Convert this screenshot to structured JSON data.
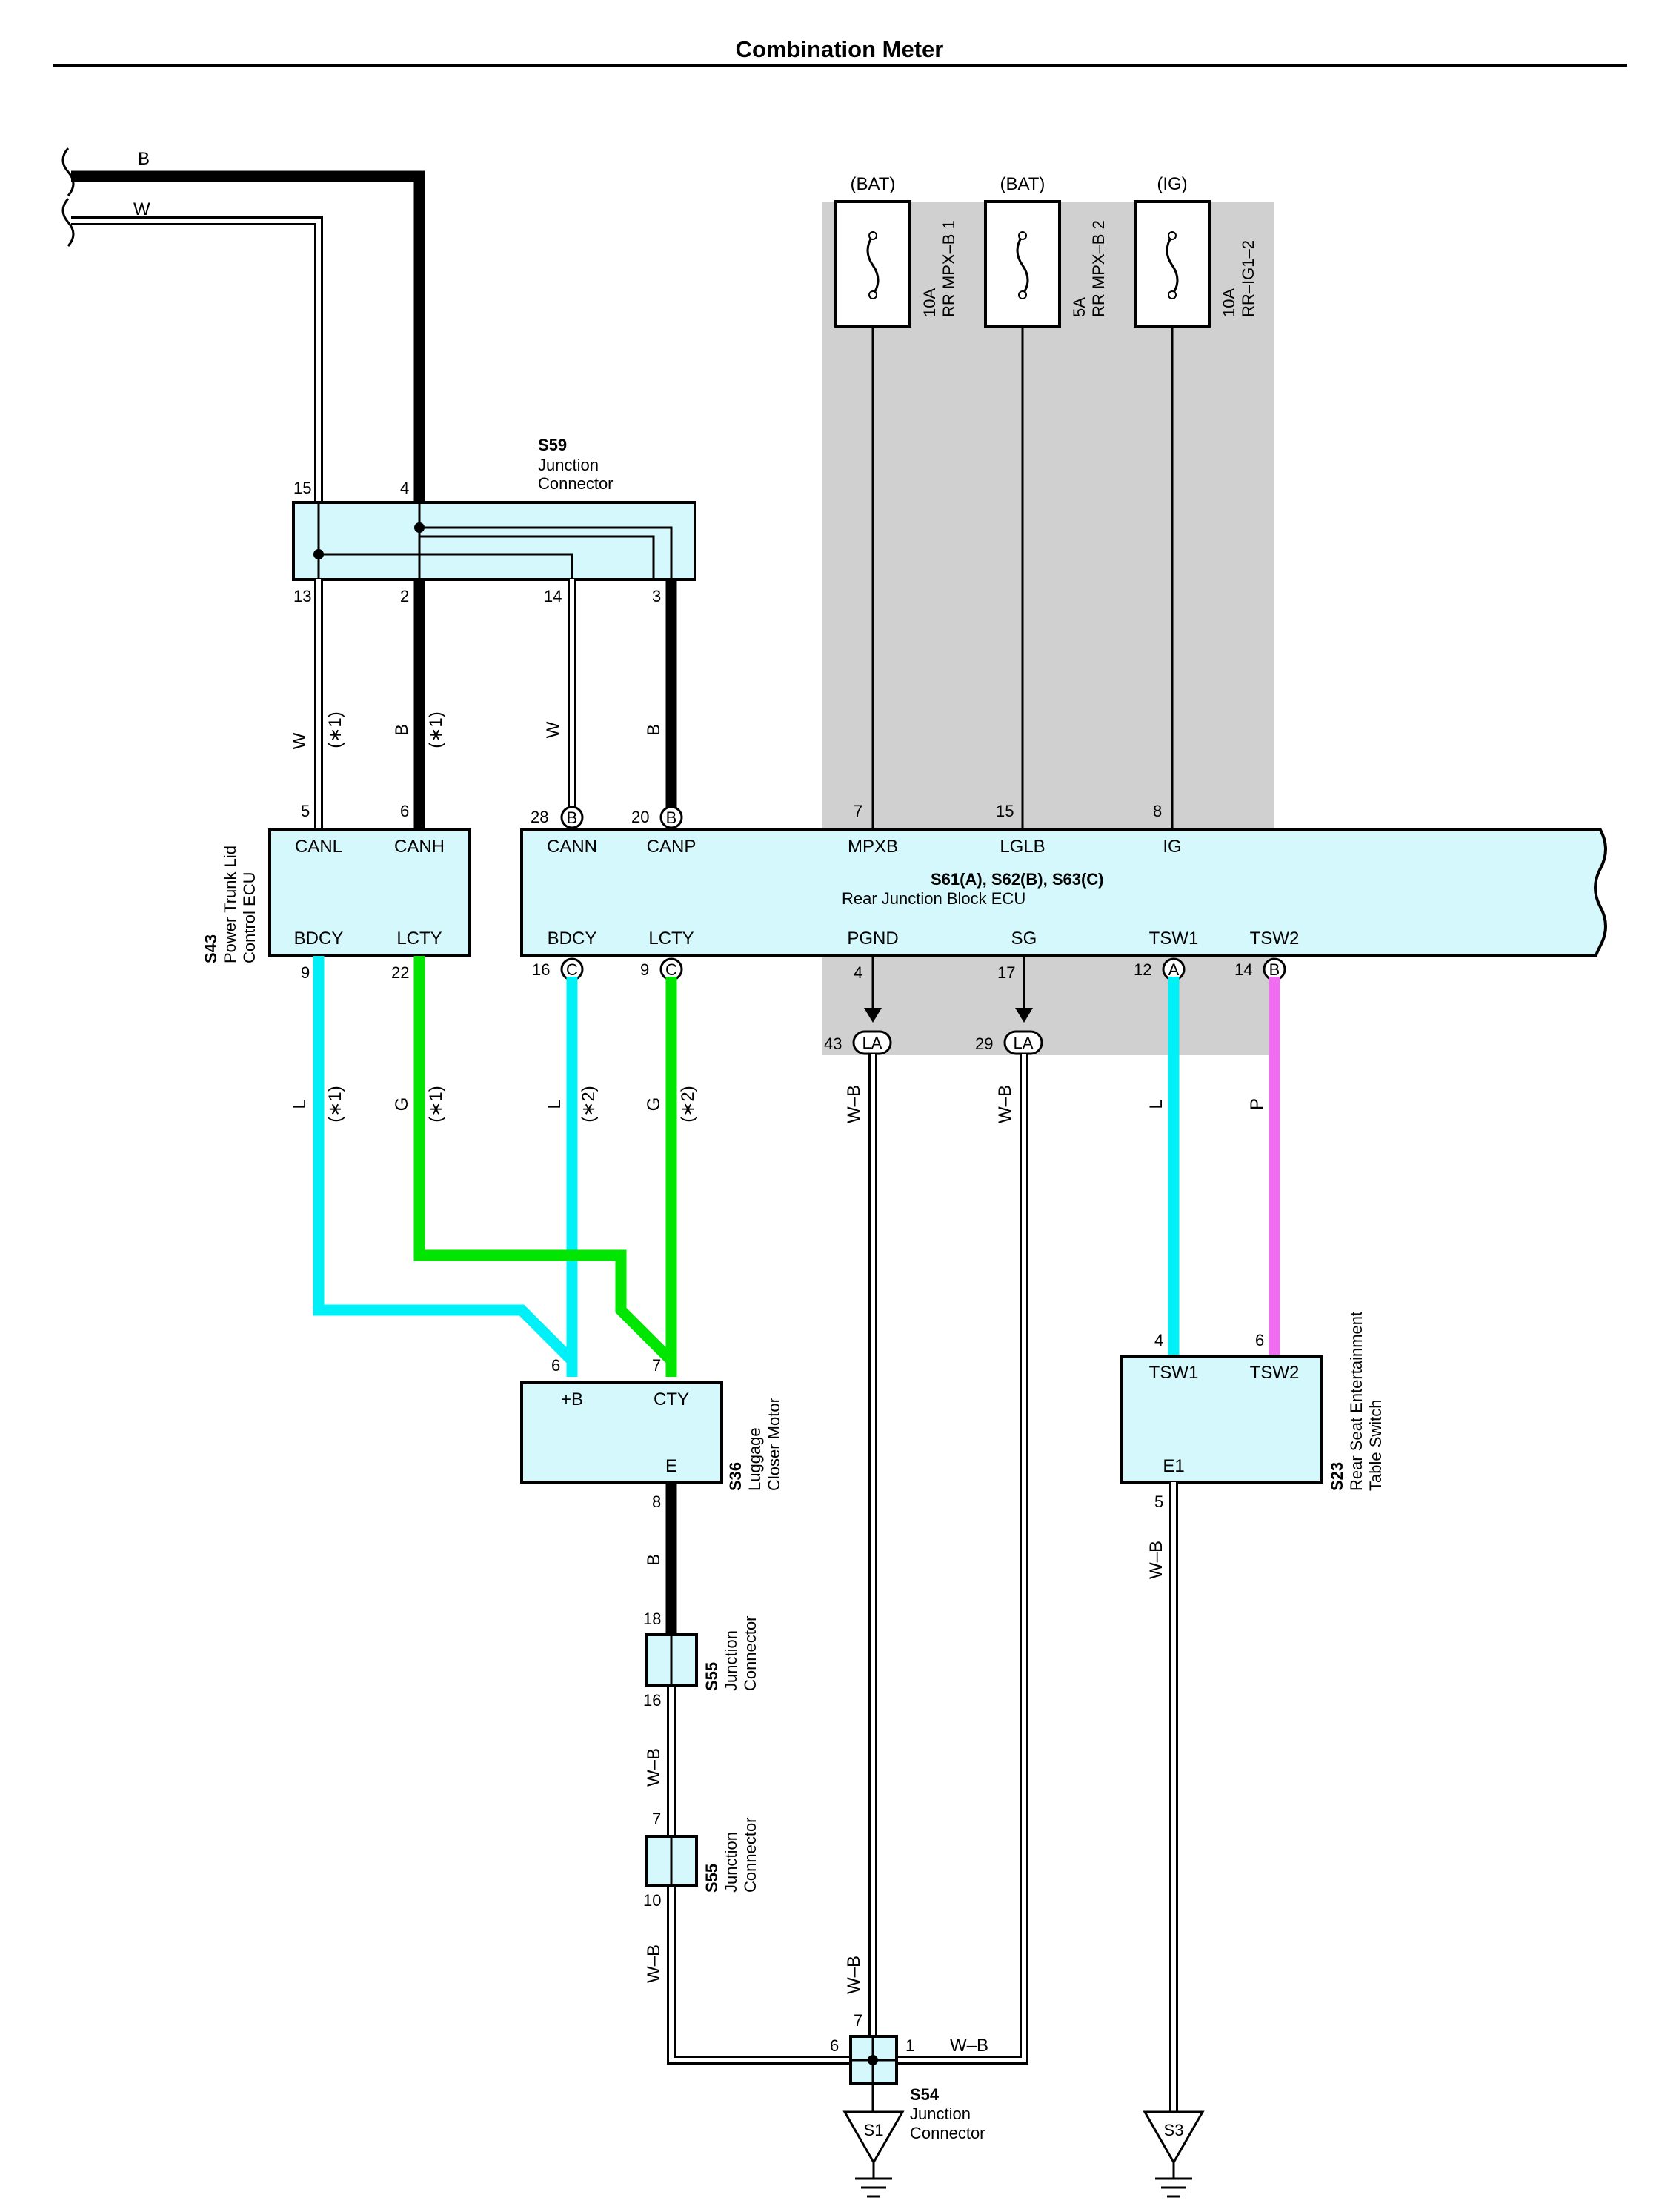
{
  "title": "Combination Meter",
  "wires_top": {
    "b": "B",
    "w": "W"
  },
  "fuses": [
    {
      "source": "(BAT)",
      "rating": "10A",
      "name": "RR MPX–B 1"
    },
    {
      "source": "(BAT)",
      "rating": "5A",
      "name": "RR MPX–B 2"
    },
    {
      "source": "(IG)",
      "rating": "10A",
      "name": "RR–IG1–2"
    }
  ],
  "s59": {
    "code": "S59",
    "name1": "Junction",
    "name2": "Connector",
    "pins": {
      "top_left": "15",
      "top_mid": "4",
      "bot_1": "13",
      "bot_2": "2",
      "bot_3": "14",
      "bot_4": "3"
    }
  },
  "wire_colors": {
    "w": "W",
    "b": "B",
    "l": "L",
    "g": "G",
    "p": "P",
    "wb": "W–B"
  },
  "notes": {
    "n1": "(∗1)",
    "n2": "(∗2)"
  },
  "s43": {
    "code": "S43",
    "name1": "Power Trunk Lid",
    "name2": "Control ECU",
    "terminals": {
      "canl": "CANL",
      "canh": "CANH",
      "bdcy": "BDCY",
      "lcty": "LCTY"
    },
    "pins": {
      "canl": "5",
      "canh": "6",
      "bdcy": "9",
      "lcty": "22"
    }
  },
  "ecu": {
    "title": "S61(A), S62(B), S63(C)",
    "name": "Rear Junction Block ECU",
    "terminals": {
      "cann": "CANN",
      "canp": "CANP",
      "mpxb": "MPXB",
      "lglb": "LGLB",
      "ig": "IG",
      "bdcy": "BDCY",
      "lcty": "LCTY",
      "pgnd": "PGND",
      "sg": "SG",
      "tsw1": "TSW1",
      "tsw2": "TSW2"
    },
    "pins": {
      "cann": "28",
      "canp": "20",
      "mpxb": "7",
      "lglb": "15",
      "ig": "8",
      "bdcy": "16",
      "lcty": "9",
      "pgnd": "4",
      "sg": "17",
      "tsw1": "12",
      "tsw2": "14"
    },
    "conn": {
      "a": "A",
      "b": "B",
      "c": "C"
    }
  },
  "la": {
    "label": "LA",
    "pin_left": "43",
    "pin_right": "29"
  },
  "s36": {
    "code": "S36",
    "name1": "Luggage",
    "name2": "Closer Motor",
    "terminals": {
      "plusb": "+B",
      "cty": "CTY",
      "e": "E"
    },
    "pins": {
      "plusb": "6",
      "cty": "7",
      "e": "8"
    }
  },
  "s23": {
    "code": "S23",
    "name1": "Rear Seat Entertainment",
    "name2": "Table Switch",
    "terminals": {
      "tsw1": "TSW1",
      "tsw2": "TSW2",
      "e1": "E1"
    },
    "pins": {
      "tsw1": "4",
      "tsw2": "6",
      "e1": "5"
    }
  },
  "s55a": {
    "code": "S55",
    "name1": "Junction",
    "name2": "Connector",
    "pin_top": "18",
    "pin_bot": "16"
  },
  "s55b": {
    "code": "S55",
    "name1": "Junction",
    "name2": "Connector",
    "pin_top": "7",
    "pin_bot": "10"
  },
  "s54": {
    "code": "S54",
    "name1": "Junction",
    "name2": "Connector",
    "pin_top": "7",
    "pin_left": "6",
    "pin_right": "1"
  },
  "grounds": {
    "s1": "S1",
    "s3": "S3"
  },
  "colors": {
    "box_fill": "#d4f8fb",
    "shade": "#d0d0d0",
    "wire_l": "#00f0f8",
    "wire_g": "#00e600",
    "wire_p": "#f06cf0",
    "wire_b": "#000000"
  }
}
